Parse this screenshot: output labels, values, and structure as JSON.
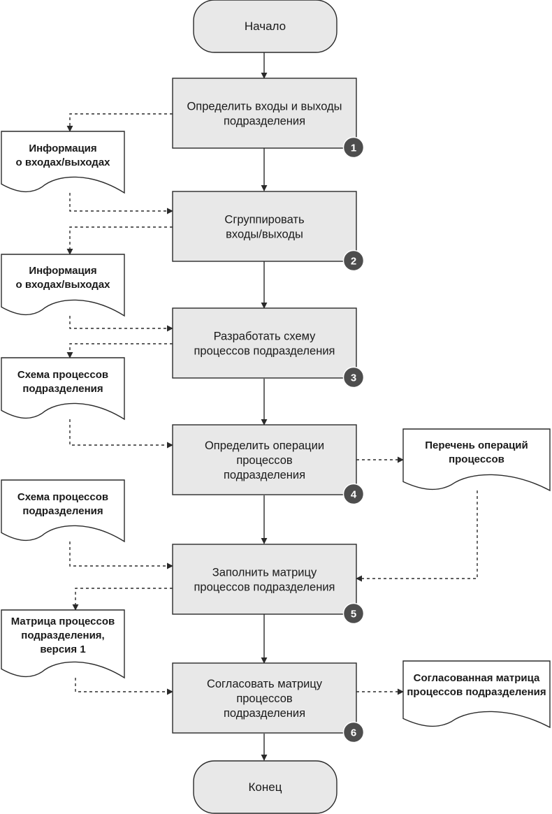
{
  "diagram": {
    "start": "Начало",
    "end": "Конец",
    "steps": [
      {
        "number": "1",
        "lines": [
          "Определить входы и выходы",
          "подразделения"
        ]
      },
      {
        "number": "2",
        "lines": [
          "Сгруппировать",
          "входы/выходы"
        ]
      },
      {
        "number": "3",
        "lines": [
          "Разработать схему",
          "процессов подразделения"
        ]
      },
      {
        "number": "4",
        "lines": [
          "Определить операции",
          "процессов",
          "подразделения"
        ]
      },
      {
        "number": "5",
        "lines": [
          "Заполнить матрицу",
          "процессов подразделения"
        ]
      },
      {
        "number": "6",
        "lines": [
          "Согласовать матрицу",
          "процессов",
          "подразделения"
        ]
      }
    ],
    "documents": [
      {
        "id": "doc1",
        "lines": [
          "Информация",
          "о входах/выходах"
        ]
      },
      {
        "id": "doc2",
        "lines": [
          "Информация",
          "о входах/выходах"
        ]
      },
      {
        "id": "doc3",
        "lines": [
          "Схема процессов",
          "подразделения"
        ]
      },
      {
        "id": "doc4",
        "lines": [
          "Перечень операций",
          "процессов"
        ]
      },
      {
        "id": "doc5",
        "lines": [
          "Схема процессов",
          "подразделения"
        ]
      },
      {
        "id": "doc6",
        "lines": [
          "Матрица процессов",
          "подразделения,",
          "версия 1"
        ]
      },
      {
        "id": "doc7",
        "lines": [
          "Согласованная матрица",
          "процессов подразделения"
        ]
      }
    ],
    "colors": {
      "process_fill": "#e8e8e8",
      "terminal_fill": "#e8e8e8",
      "stroke": "#2a2a2a",
      "badge_fill": "#4d4d4d"
    }
  }
}
